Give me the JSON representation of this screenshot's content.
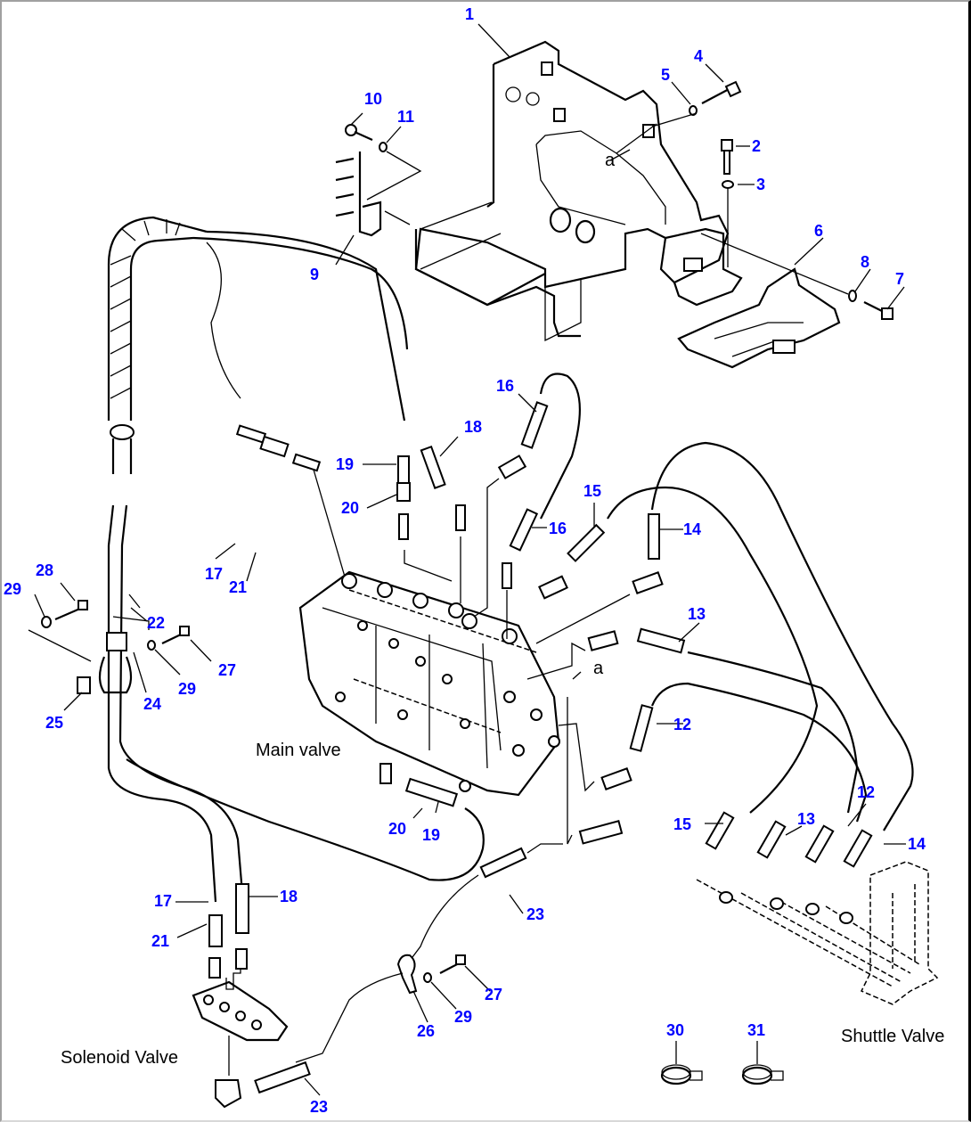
{
  "diagram": {
    "type": "exploded-parts-diagram",
    "colors": {
      "callout": "#0000ff",
      "line": "#000000",
      "background": "#ffffff"
    },
    "captions": {
      "main_valve": "Main valve",
      "solenoid_valve": "Solenoid Valve",
      "shuttle_valve": "Shuttle Valve"
    },
    "reference_marks": {
      "a_top": "a",
      "a_mid": "a"
    },
    "callouts": [
      {
        "id": "c1",
        "label": "1"
      },
      {
        "id": "c2",
        "label": "2"
      },
      {
        "id": "c3",
        "label": "3"
      },
      {
        "id": "c4",
        "label": "4"
      },
      {
        "id": "c5",
        "label": "5"
      },
      {
        "id": "c6",
        "label": "6"
      },
      {
        "id": "c7",
        "label": "7"
      },
      {
        "id": "c8",
        "label": "8"
      },
      {
        "id": "c9",
        "label": "9"
      },
      {
        "id": "c10",
        "label": "10"
      },
      {
        "id": "c11",
        "label": "11"
      },
      {
        "id": "c12a",
        "label": "12"
      },
      {
        "id": "c12b",
        "label": "12"
      },
      {
        "id": "c13a",
        "label": "13"
      },
      {
        "id": "c13b",
        "label": "13"
      },
      {
        "id": "c14a",
        "label": "14"
      },
      {
        "id": "c14b",
        "label": "14"
      },
      {
        "id": "c15a",
        "label": "15"
      },
      {
        "id": "c15b",
        "label": "15"
      },
      {
        "id": "c16a",
        "label": "16"
      },
      {
        "id": "c16b",
        "label": "16"
      },
      {
        "id": "c17a",
        "label": "17"
      },
      {
        "id": "c17b",
        "label": "17"
      },
      {
        "id": "c18a",
        "label": "18"
      },
      {
        "id": "c18b",
        "label": "18"
      },
      {
        "id": "c19a",
        "label": "19"
      },
      {
        "id": "c19b",
        "label": "19"
      },
      {
        "id": "c20a",
        "label": "20"
      },
      {
        "id": "c20b",
        "label": "20"
      },
      {
        "id": "c21a",
        "label": "21"
      },
      {
        "id": "c21b",
        "label": "21"
      },
      {
        "id": "c22",
        "label": "22"
      },
      {
        "id": "c23a",
        "label": "23"
      },
      {
        "id": "c23b",
        "label": "23"
      },
      {
        "id": "c24",
        "label": "24"
      },
      {
        "id": "c25",
        "label": "25"
      },
      {
        "id": "c26",
        "label": "26"
      },
      {
        "id": "c27a",
        "label": "27"
      },
      {
        "id": "c27b",
        "label": "27"
      },
      {
        "id": "c28",
        "label": "28"
      },
      {
        "id": "c29a",
        "label": "29"
      },
      {
        "id": "c29b",
        "label": "29"
      },
      {
        "id": "c29c",
        "label": "29"
      },
      {
        "id": "c30",
        "label": "30"
      },
      {
        "id": "c31",
        "label": "31"
      }
    ]
  }
}
